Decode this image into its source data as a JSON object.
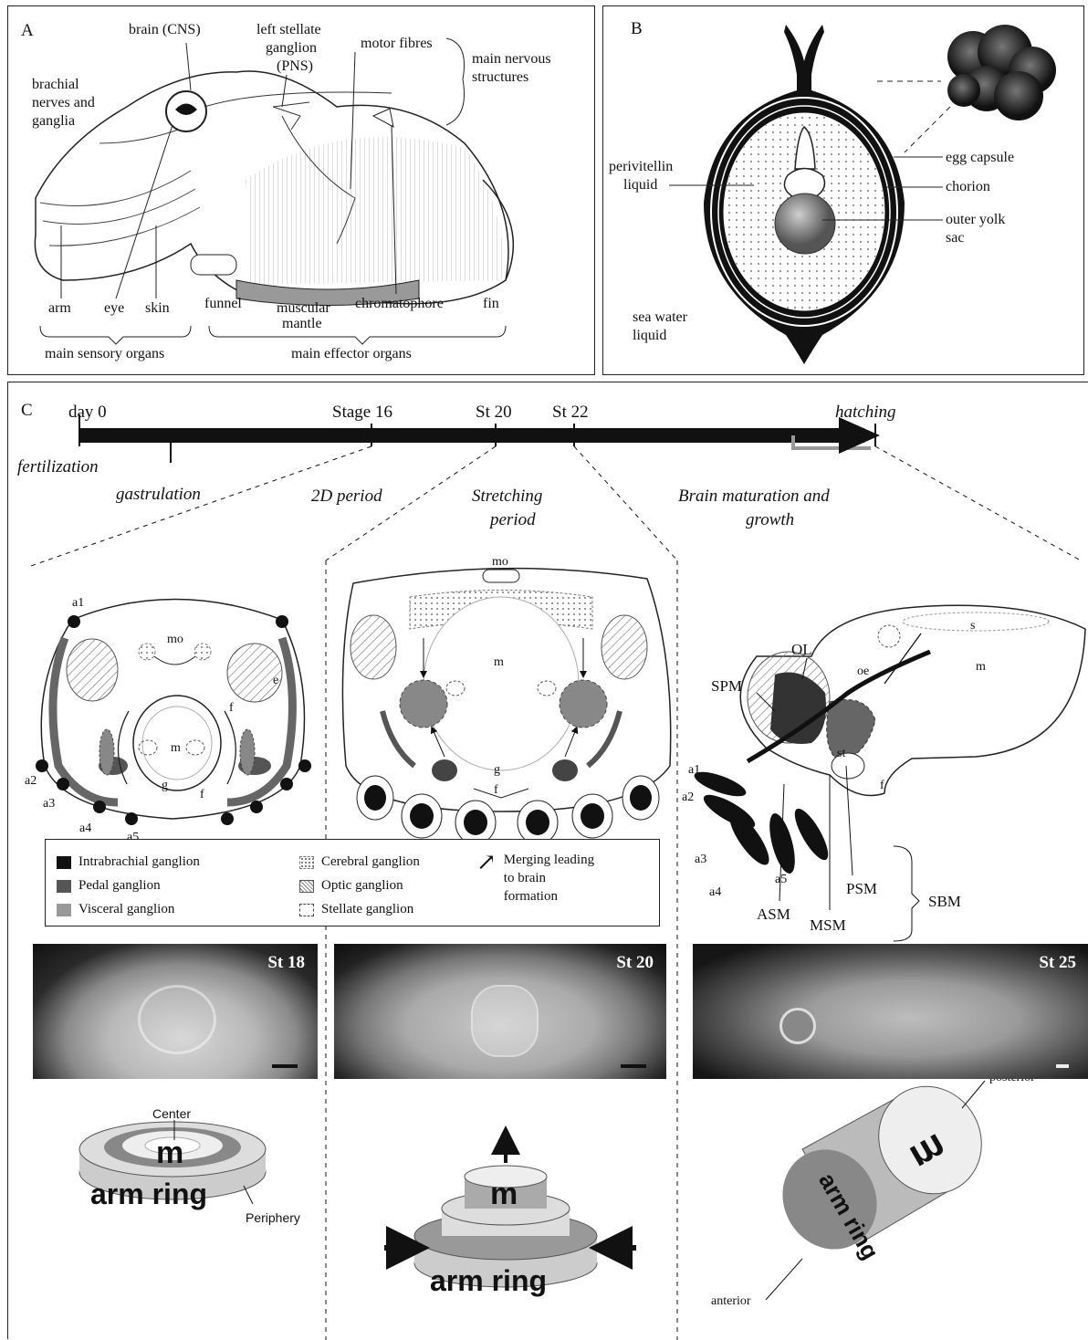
{
  "panelA": {
    "letter": "A",
    "labels": {
      "brain": "brain (CNS)",
      "stellate1": "left stellate",
      "stellate2": "ganglion",
      "stellate3": "(PNS)",
      "motor": "motor fibres",
      "mainNervous1": "main nervous",
      "mainNervous2": "structures",
      "brachial1": "brachial",
      "brachial2": "nerves and",
      "brachial3": "ganglia",
      "arm": "arm",
      "eye": "eye",
      "skin": "skin",
      "funnel": "funnel",
      "muscular1": "muscular",
      "muscular2": "mantle",
      "chromatophore": "chromatophore",
      "fin": "fin",
      "sensory": "main sensory organs",
      "effector": "main effector organs"
    }
  },
  "panelB": {
    "letter": "B",
    "labels": {
      "egg_capsule": "egg capsule",
      "chorion": "chorion",
      "perivitellin1": "perivitellin",
      "perivitellin2": "liquid",
      "outer_yolk1": "outer yolk",
      "outer_yolk2": "sac",
      "sea1": "sea water",
      "sea2": "liquid"
    }
  },
  "panelC": {
    "letter": "C",
    "timeline": {
      "day0": "day 0",
      "stage16": "Stage 16",
      "st20": "St 20",
      "st22": "St 22",
      "hatching": "hatching",
      "fertilization": "fertilization",
      "gastrulation": "gastrulation",
      "period2d": "2D period",
      "stretching1": "Stretching",
      "stretching2": "period",
      "brain1": "Brain maturation and",
      "brain2": "growth"
    },
    "left_diagram": {
      "a1": "a1",
      "a2": "a2",
      "a3": "a3",
      "a4": "a4",
      "a5": "a5",
      "mo": "mo",
      "m": "m",
      "e": "e",
      "f1": "f",
      "f2": "f",
      "g": "g"
    },
    "middle_diagram": {
      "mo": "mo",
      "m": "m",
      "g": "g",
      "f": "f"
    },
    "right_diagram": {
      "SPM": "SPM",
      "OL": "OL",
      "oe": "oe",
      "s": "s",
      "m": "m",
      "st": "st",
      "f": "f",
      "a1": "a1",
      "a2": "a2",
      "a3": "a3",
      "a4": "a4",
      "a5": "a5",
      "ASM": "ASM",
      "MSM": "MSM",
      "PSM": "PSM",
      "SBM": "SBM"
    },
    "legend": {
      "intrabrachial": "Intrabrachial ganglion",
      "pedal": "Pedal ganglion",
      "visceral": "Visceral ganglion",
      "cerebral": "Cerebral ganglion",
      "optic": "Optic ganglion",
      "stellate": "Stellate ganglion",
      "merge1": "Merging leading",
      "merge2": "to brain",
      "merge3": "formation"
    },
    "photos": {
      "p1": "St 18",
      "p2": "St 20",
      "p3": "St 25"
    },
    "models": {
      "center": "Center",
      "periphery": "Periphery",
      "m1": "m",
      "ring1": "arm ring",
      "m2": "m",
      "ring2": "arm ring",
      "m3": "m",
      "ring3": "arm ring",
      "posterior": "posterior",
      "anterior": "anterior"
    }
  }
}
